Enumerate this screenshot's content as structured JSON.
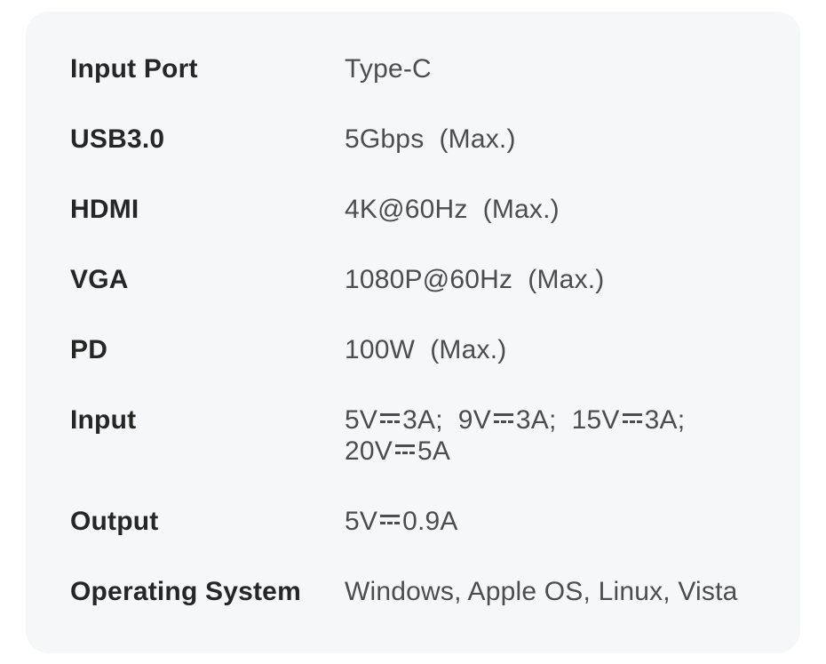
{
  "colors": {
    "page_bg": "#ffffff",
    "card_bg": "#f6f7f8",
    "label_text": "#262626",
    "value_text": "#4d4d4d"
  },
  "spec_table": {
    "rows": [
      {
        "label": "Input Port",
        "value": "Type-C"
      },
      {
        "label": "USB3.0",
        "value": "5Gbps  (Max.)"
      },
      {
        "label": "HDMI",
        "value": "4K@60Hz  (Max.)"
      },
      {
        "label": "VGA",
        "value": "1080P@60Hz  (Max.)"
      },
      {
        "label": "PD",
        "value": "100W  (Max.)"
      },
      {
        "label": "Input",
        "value": "5V⎓3A;  9V⎓3A;  15V⎓3A;\n20V⎓5A"
      },
      {
        "label": "Output",
        "value": "5V⎓0.9A"
      },
      {
        "label": "Operating System",
        "value": "Windows, Apple OS, Linux, Vista"
      }
    ]
  }
}
